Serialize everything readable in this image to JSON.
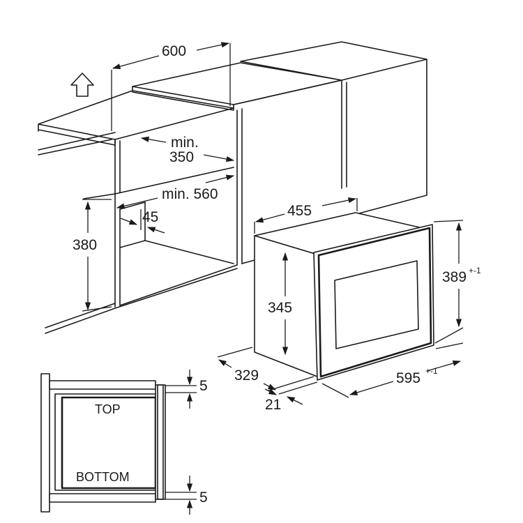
{
  "labels": {
    "cabinet_width": "600",
    "min_depth_top": "min.",
    "min_depth_value": "350",
    "min_depth_side": "min. 560",
    "gap_45": "45",
    "niche_height": "380",
    "oven_depth": "455",
    "oven_height_total": "389",
    "oven_height_tol": "+-1",
    "oven_height_body": "345",
    "oven_side_depth": "329",
    "oven_front_width": "595",
    "oven_front_width_tol": "+-1",
    "front_thickness": "21",
    "gap_top": "5",
    "gap_bottom": "5",
    "top_label": "TOP",
    "bottom_label": "BOTTOM"
  }
}
